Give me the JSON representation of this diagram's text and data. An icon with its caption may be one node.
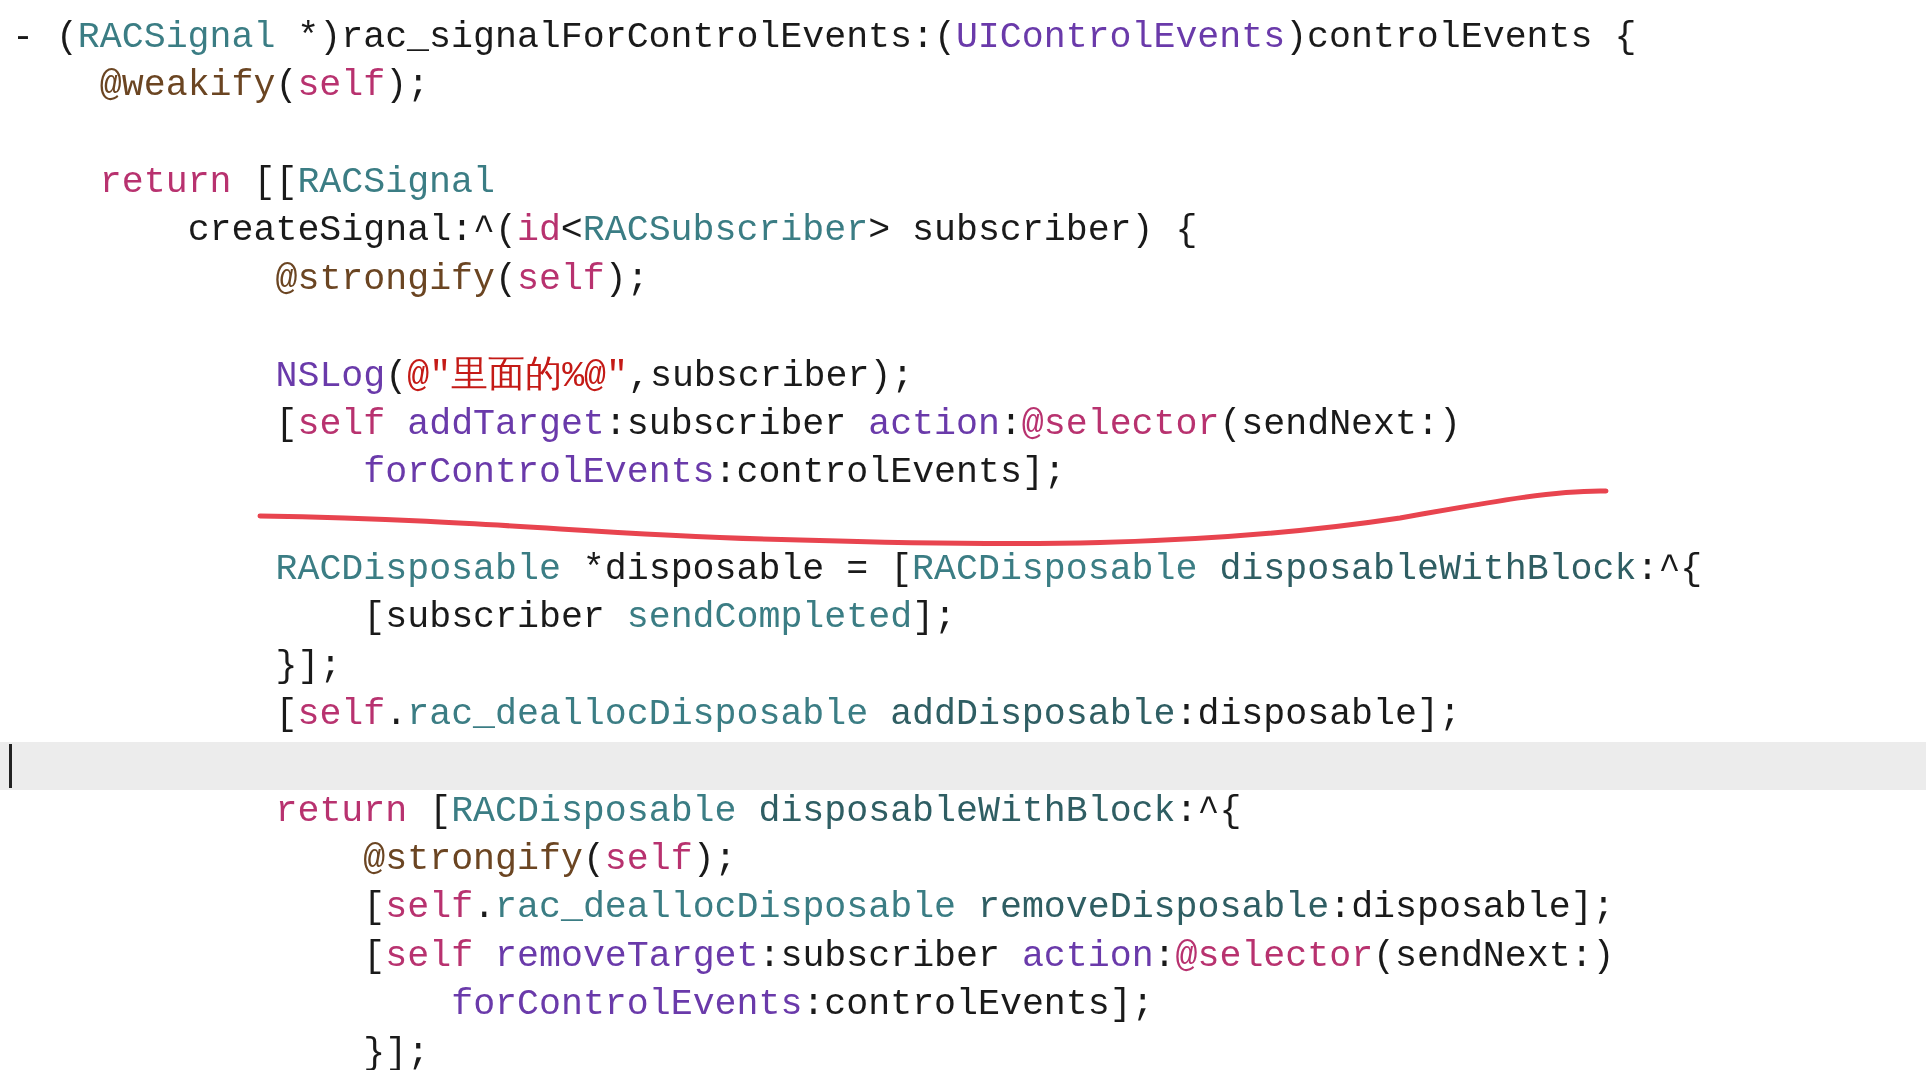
{
  "diagram": {
    "labels": [
      "- (RACSignal *)rac_signalForControlEvents:(UIControlEvents)controlEvents {",
      "@weakify(self);",
      "return [[RACSignal",
      "createSignal:^(id<RACSubscriber> subscriber) {",
      "@strongify(self);",
      "NSLog(@\"里面的%@\",subscriber);",
      "[self addTarget:subscriber action:@selector(sendNext:)",
      "forControlEvents:controlEvents];",
      "RACDisposable *disposable = [RACDisposable disposableWithBlock:^{",
      "[subscriber sendCompleted];",
      "}];",
      "[self.rac_deallocDisposable addDisposable:disposable];",
      "return [RACDisposable disposableWithBlock:^{",
      "@strongify(self);",
      "[self.rac_deallocDisposable removeDisposable:disposable];",
      "[self removeTarget:subscriber action:@selector(sendNext:)",
      "forControlEvents:controlEvents];",
      "}];"
    ]
  }
}
